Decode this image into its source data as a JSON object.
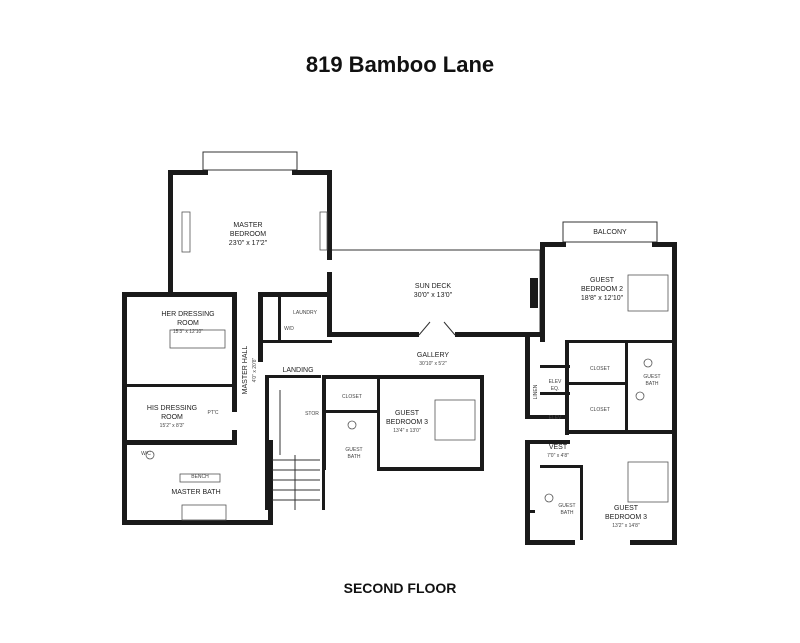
{
  "title": "819 Bamboo Lane",
  "floor_label": "SECOND FLOOR",
  "rooms": {
    "master_bedroom": {
      "name_line1": "MASTER",
      "name_line2": "BEDROOM",
      "dims": "23'0\" x 17'2\""
    },
    "sun_deck": {
      "name": "SUN DECK",
      "dims": "30'0\" x 13'0\""
    },
    "balcony": {
      "name": "BALCONY"
    },
    "guest_bedroom_2": {
      "name_line1": "GUEST",
      "name_line2": "BEDROOM 2",
      "dims": "18'8\" x 12'10\""
    },
    "her_dressing": {
      "name_line1": "HER DRESSING",
      "name_line2": "ROOM",
      "dims": "15'3\" x 12'10\""
    },
    "laundry": {
      "name": "LAUNDRY"
    },
    "wd": {
      "name": "W/D"
    },
    "master_hall": {
      "name": "MASTER HALL",
      "dims": "4'0\" x 20'8\""
    },
    "landing": {
      "name": "LANDING"
    },
    "gallery": {
      "name": "GALLERY",
      "dims": "30'10\" x 5'2\""
    },
    "closet_a": {
      "name": "CLOSET"
    },
    "closet_b": {
      "name": "CLOSET"
    },
    "closet_c": {
      "name": "CLOSET"
    },
    "elev_eq": {
      "name_line1": "ELEV",
      "name_line2": "EQ."
    },
    "elev": {
      "name": "ELEV"
    },
    "linen": {
      "name": "LINEN"
    },
    "guest_bath_a": {
      "name_line1": "GUEST",
      "name_line2": "BATH"
    },
    "guest_bath_b": {
      "name_line1": "GUEST",
      "name_line2": "BATH"
    },
    "guest_bath_c": {
      "name_line1": "GUEST",
      "name_line2": "BATH"
    },
    "his_dressing": {
      "name_line1": "HIS DRESSING",
      "name_line2": "ROOM",
      "dims": "15'2\" x 8'3\""
    },
    "pt_c": {
      "name": "PT'C"
    },
    "stor": {
      "name": "STOR"
    },
    "guest_bedroom_3_center": {
      "name_line1": "GUEST",
      "name_line2": "BEDROOM 3",
      "dims": "13'4\" x 13'0\""
    },
    "vest": {
      "name": "VEST",
      "dims": "7'0\" x 4'8\""
    },
    "wc": {
      "name": "W/C"
    },
    "bench": {
      "name": "BENCH"
    },
    "master_bath": {
      "name": "MASTER BATH"
    },
    "guest_bedroom_3_right": {
      "name_line1": "GUEST",
      "name_line2": "BEDROOM 3",
      "dims": "13'2\" x 14'8\""
    }
  }
}
